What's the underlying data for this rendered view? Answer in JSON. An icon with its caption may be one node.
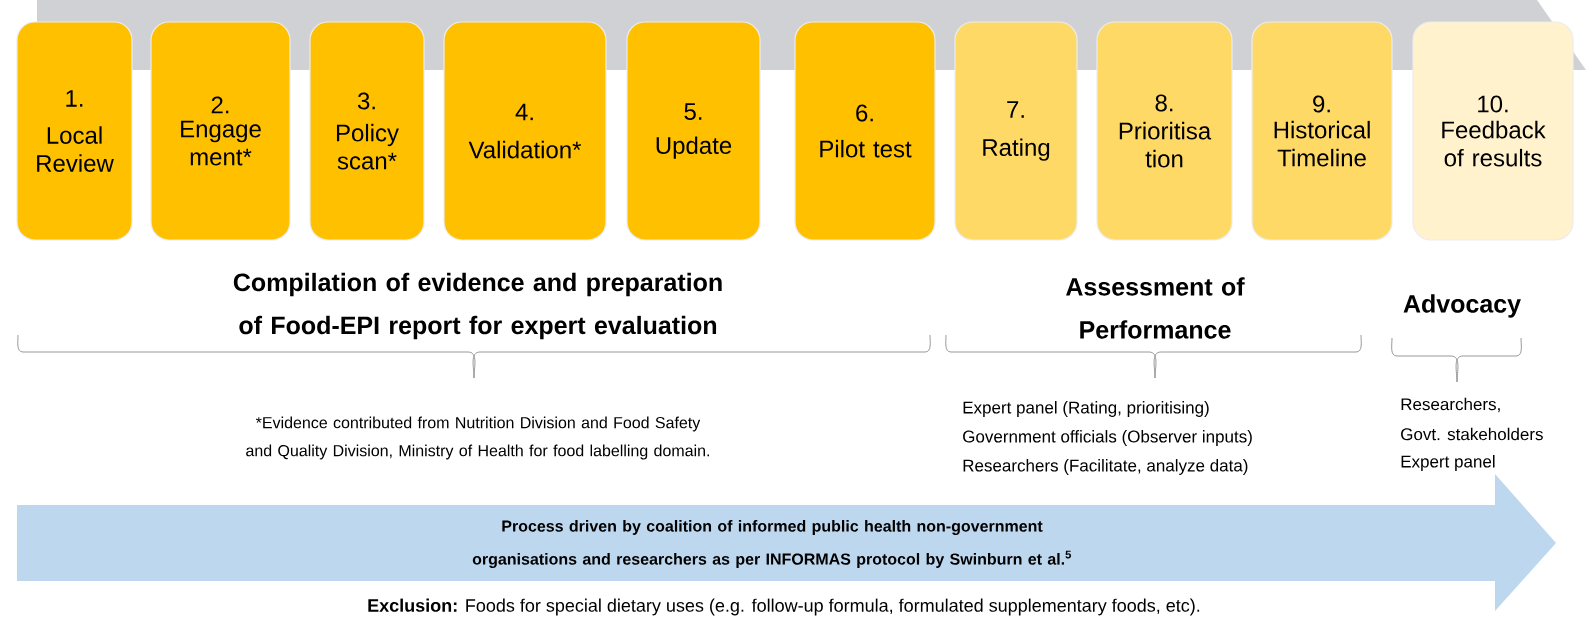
{
  "diagram": {
    "nodes": [
      {
        "text": [
          "1.",
          "Local Review"
        ]
      },
      {
        "text": [
          "2.",
          "Engage ment*"
        ]
      },
      {
        "text": [
          "3.",
          "Policy scan*"
        ]
      },
      {
        "text": [
          "4.",
          "Validation*"
        ]
      },
      {
        "text": [
          "5.",
          "Update"
        ]
      },
      {
        "text": [
          "6.",
          "Pilot test"
        ]
      },
      {
        "text": [
          "7.",
          "Rating"
        ]
      },
      {
        "text": [
          "8.",
          "Prioritisa tion"
        ]
      },
      {
        "text": [
          "9.",
          "Historical Timeline"
        ]
      },
      {
        "text": [
          "10.",
          "Feedback of results"
        ]
      },
      {
        "text": [
          "Process driven by coalition of informed public health non-government organisations and researchers as per INFORMAS protocol by Swinburn et al.$^{5}$"
        ]
      }
    ],
    "labels": [
      "Compilation of evidence and preparation of Food-EPI report for expert evaluation",
      "Assessment of Performance",
      "Advocacy",
      "*Evidence contributed from Nutrition Division and Food Safety and Quality Division, Ministry of Health for food labelling domain.",
      "Expert panel (Rating, prioritising)",
      "Government officials (Observer inputs)",
      "Researchers (Facilitate, analyze data)",
      "Researchers,",
      "Govt. stakeholders",
      "Expert panel",
      "**Exclusion:** Foods for special dietary uses (e.g. follow-up formula, formulated supplementary foods, etc)."
    ]
  }
}
